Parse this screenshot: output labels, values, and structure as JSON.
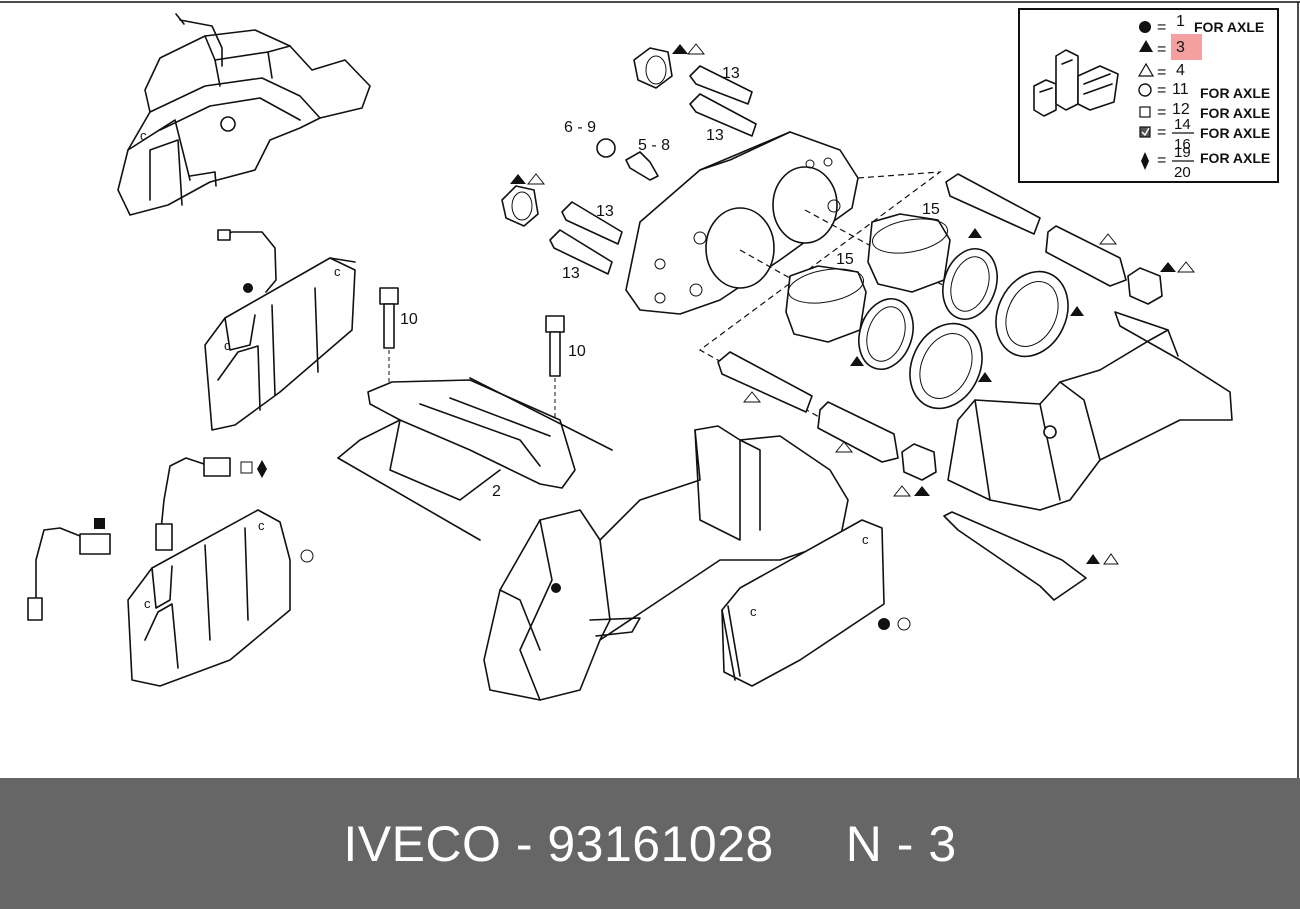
{
  "footer": {
    "text": "IVECO - 93161028     N - 3"
  },
  "legend": {
    "for_axle": "FOR AXLE",
    "equals": "=",
    "rows": [
      {
        "symbol": "filled-circle",
        "value": "1",
        "note": "FOR AXLE"
      },
      {
        "symbol": "filled-triangle",
        "value": "3",
        "highlight": "#f4a0a0"
      },
      {
        "symbol": "open-triangle",
        "value": "4"
      },
      {
        "symbol": "open-circle",
        "value": "11",
        "note": "FOR AXLE"
      },
      {
        "symbol": "open-square",
        "value": "12",
        "note": "FOR AXLE"
      },
      {
        "symbol": "checked-square",
        "numerator": "14",
        "denominator": "16",
        "note": "FOR AXLE"
      },
      {
        "symbol": "filled-diamond",
        "numerator": "19",
        "denominator": "20",
        "note": "FOR AXLE"
      }
    ]
  },
  "labels": {
    "bolt_13_a": "13",
    "bolt_13_b": "13",
    "bolt_13_c": "13",
    "bolt_13_d": "13",
    "ref_6_9": "6 - 9",
    "ref_5_8": "5 - 8",
    "piston_15_a": "15",
    "piston_15_b": "15",
    "bolt_10_a": "10",
    "bolt_10_b": "10",
    "spring_2": "2"
  }
}
